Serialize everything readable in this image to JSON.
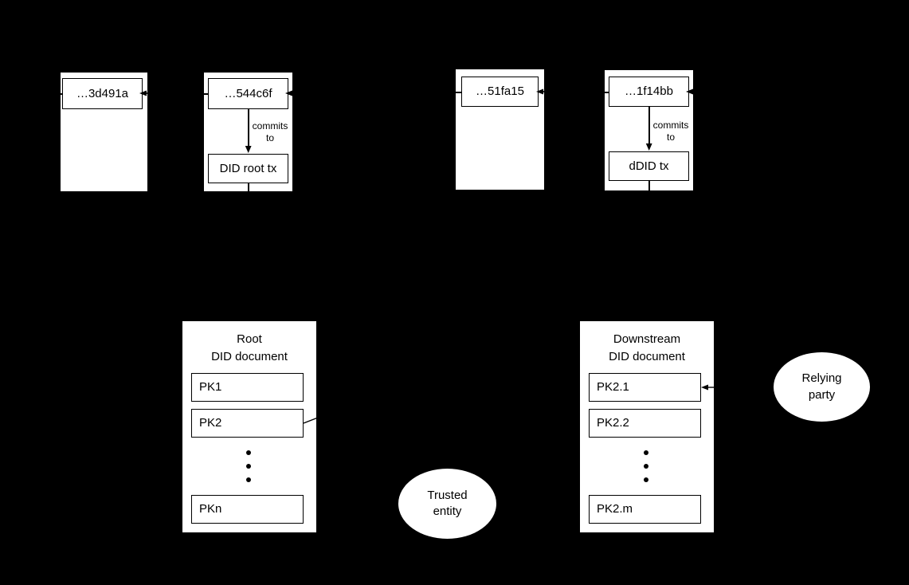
{
  "diagram": {
    "title": "DID root / downstream DID ledger diagram",
    "background_color": "#000000",
    "node_fill": "#ffffff",
    "stroke_color": "#000000"
  },
  "blocks": [
    {
      "id": "block1",
      "hash_label": "…3d491a",
      "tx_label": null,
      "edge_label": null
    },
    {
      "id": "block2",
      "hash_label": "…544c6f",
      "tx_label": "DID root tx",
      "edge_label": "commits\nto"
    },
    {
      "id": "block3",
      "hash_label": "…51fa15",
      "tx_label": null,
      "edge_label": null
    },
    {
      "id": "block4",
      "hash_label": "…1f14bb",
      "tx_label": "dDID tx",
      "edge_label": "commits\nto"
    }
  ],
  "documents": [
    {
      "id": "root-did-document",
      "title": "Root\nDID document",
      "keys": [
        "PK1",
        "PK2",
        "PKn"
      ],
      "ellipsis": "•••"
    },
    {
      "id": "downstream-did-document",
      "title": "Downstream\nDID document",
      "keys": [
        "PK2.1",
        "PK2.2",
        "PK2.m"
      ],
      "ellipsis": "•••"
    }
  ],
  "actors": [
    {
      "id": "trusted-entity",
      "label": "Trusted\nentity"
    },
    {
      "id": "relying-party",
      "label": "Relying\nparty"
    }
  ]
}
